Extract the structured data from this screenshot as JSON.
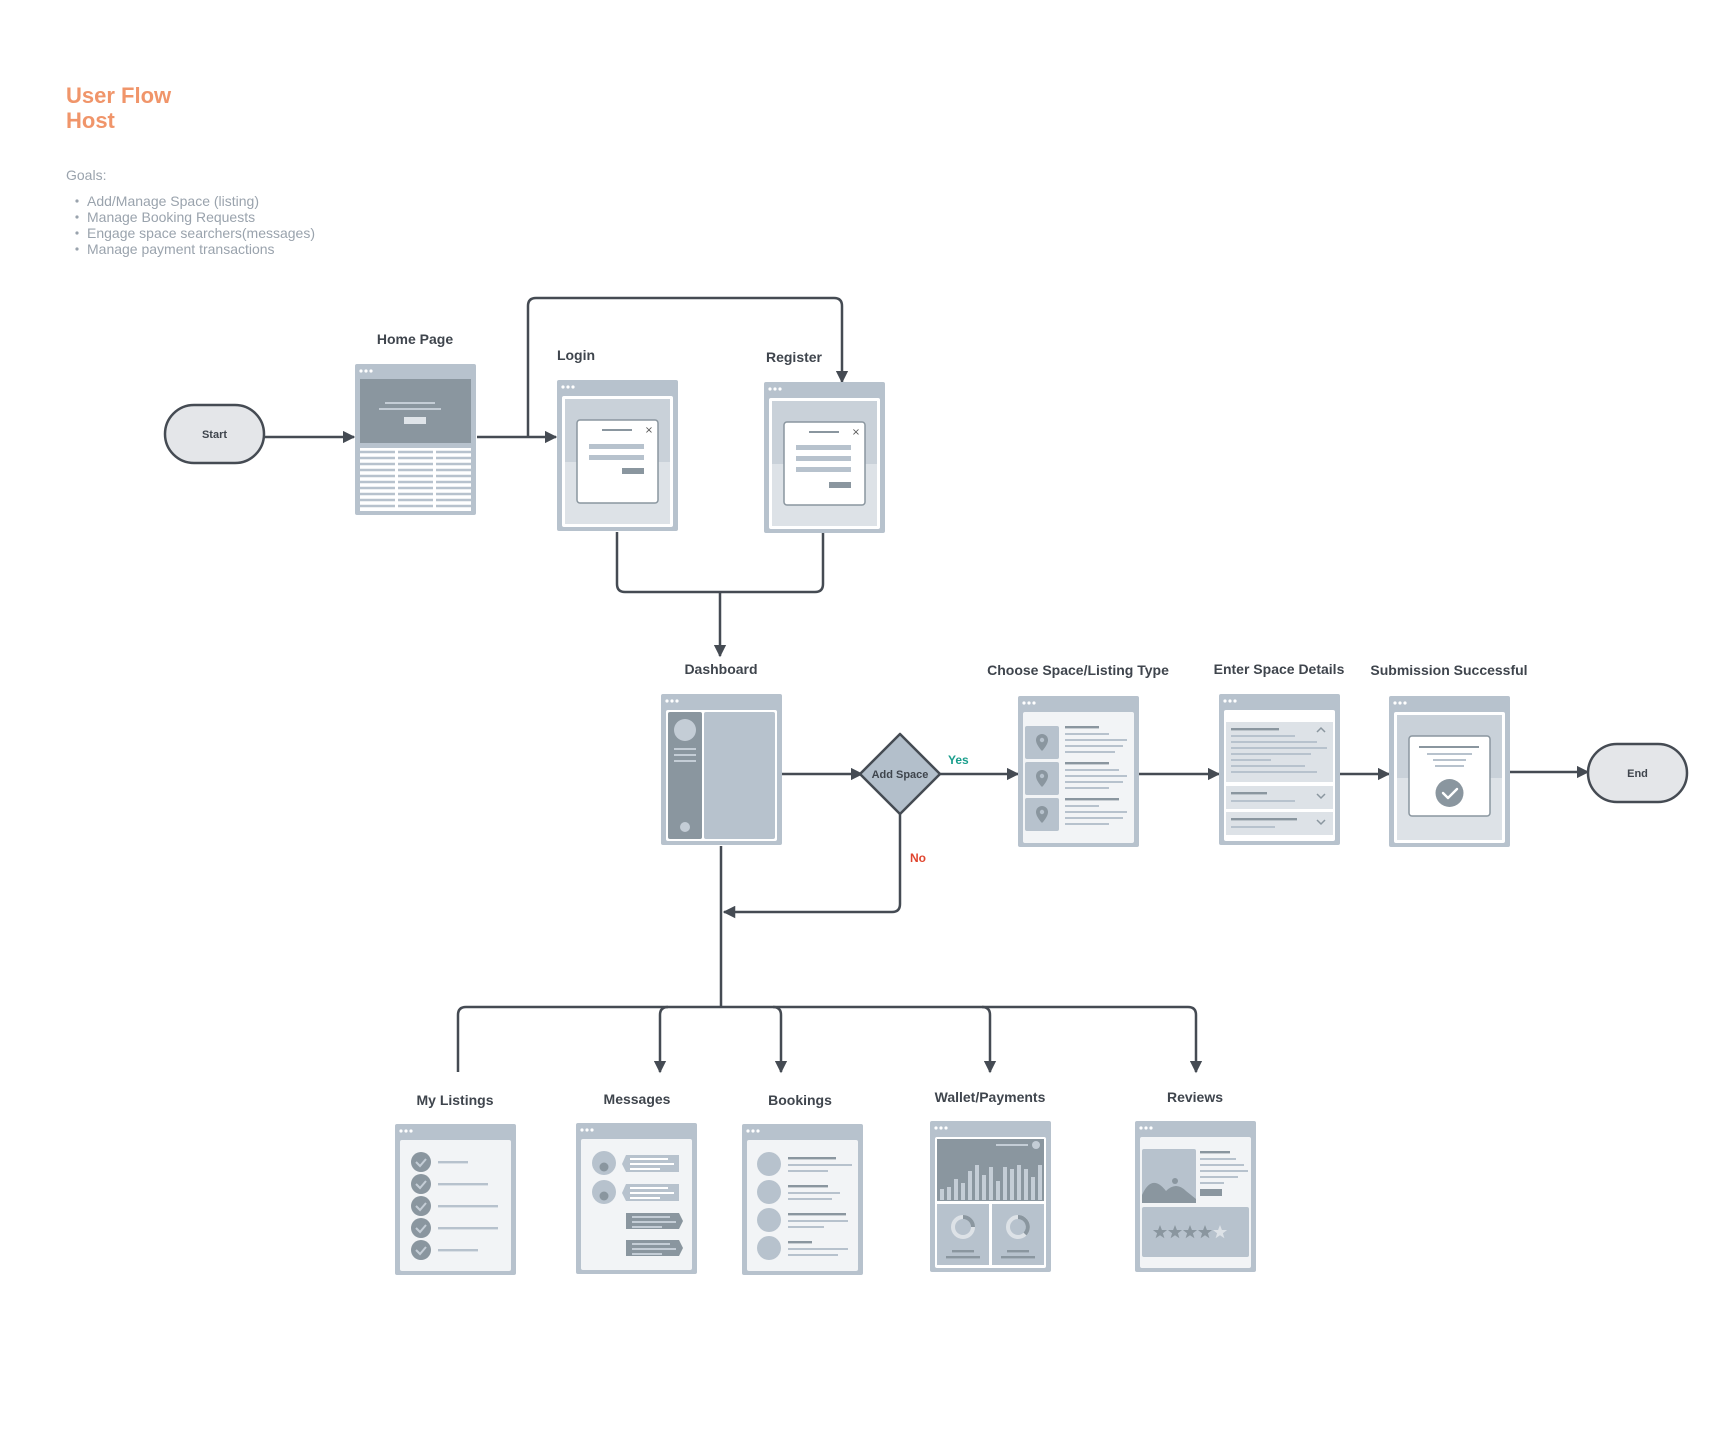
{
  "header": {
    "title_line1": "User Flow",
    "title_line2": "Host"
  },
  "goals": {
    "label": "Goals:",
    "items": [
      "Add/Manage Space (listing)",
      "Manage Booking Requests",
      "Engage space searchers(messages)",
      "Manage payment transactions"
    ]
  },
  "terminals": {
    "start": "Start",
    "end": "End"
  },
  "decision": {
    "label": "Add Space",
    "yes": "Yes",
    "no": "No"
  },
  "screens": {
    "home": "Home Page",
    "login": "Login",
    "register": "Register",
    "dashboard": "Dashboard",
    "choose_type": "Choose Space/Listing Type",
    "enter_details": "Enter Space Details",
    "submission": "Submission Successful",
    "my_listings": "My Listings",
    "messages": "Messages",
    "bookings": "Bookings",
    "wallet": "Wallet/Payments",
    "reviews": "Reviews"
  },
  "colors": {
    "accent": "#f0956a",
    "connector": "#454b53",
    "wireframe_frame": "#b7c2cd",
    "wireframe_dark": "#8a969f",
    "yes": "#1a9e8c",
    "no": "#e0452f"
  }
}
